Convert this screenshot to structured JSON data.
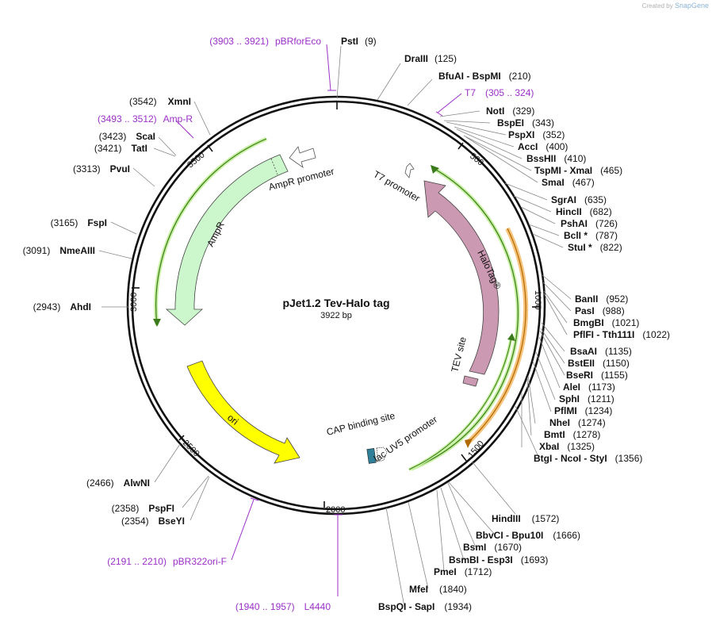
{
  "credit": {
    "prefix": "Created by",
    "brand": "SnapGene"
  },
  "plasmid": {
    "name": "pJet1.2 Tev-Halo tag",
    "length_label": "3922 bp"
  },
  "ticks": [
    "500",
    "1000",
    "1500",
    "2000",
    "2500",
    "3000",
    "3500"
  ],
  "features": {
    "ampr": "AmpR",
    "ampr_promoter": "AmpR promoter",
    "t7_promoter": "T7 promoter",
    "halotag": "HaloTag®",
    "tev_site": "TEV site",
    "ori": "ori",
    "cap": "CAP binding site",
    "lacuv5": "lac UV5 promoter"
  },
  "right_sites": [
    {
      "name": "BfuAI  -  BspMI",
      "pos": "(210)"
    },
    {
      "name": "NotI",
      "pos": "(329)"
    },
    {
      "name": "BspEI",
      "pos": "(343)"
    },
    {
      "name": "PspXI",
      "pos": "(352)"
    },
    {
      "name": "AccI",
      "pos": "(400)"
    },
    {
      "name": "BssHII",
      "pos": "(410)"
    },
    {
      "name": "TspMI  -  XmaI",
      "pos": "(465)"
    },
    {
      "name": "SmaI",
      "pos": "(467)"
    },
    {
      "name": "SgrAI",
      "pos": "(635)"
    },
    {
      "name": "HincII",
      "pos": "(682)"
    },
    {
      "name": "PshAI",
      "pos": "(726)"
    },
    {
      "name": "BclI *",
      "pos": "(787)"
    },
    {
      "name": "StuI *",
      "pos": "(822)"
    },
    {
      "name": "BanII",
      "pos": "(952)"
    },
    {
      "name": "PasI",
      "pos": "(988)"
    },
    {
      "name": "BmgBI",
      "pos": "(1021)"
    },
    {
      "name": "PflFI  -  Tth111I",
      "pos": "(1022)"
    },
    {
      "name": "BsaAI",
      "pos": "(1135)"
    },
    {
      "name": "BstEII",
      "pos": "(1150)"
    },
    {
      "name": "BseRI",
      "pos": "(1155)"
    },
    {
      "name": "AleI",
      "pos": "(1173)"
    },
    {
      "name": "SphI",
      "pos": "(1211)"
    },
    {
      "name": "PflMI",
      "pos": "(1234)"
    },
    {
      "name": "NheI",
      "pos": "(1274)"
    },
    {
      "name": "BmtI",
      "pos": "(1278)"
    },
    {
      "name": "XbaI",
      "pos": "(1325)"
    },
    {
      "name": "BtgI  -  NcoI  -  StyI",
      "pos": "(1356)"
    },
    {
      "name": "HindIII",
      "pos": "(1572)"
    },
    {
      "name": "BbvCI  -  Bpu10I",
      "pos": "(1666)"
    },
    {
      "name": "BsmI",
      "pos": "(1670)"
    },
    {
      "name": "BsmBI  -  Esp3I",
      "pos": "(1693)"
    },
    {
      "name": "PmeI",
      "pos": "(1712)"
    },
    {
      "name": "MfeI",
      "pos": "(1840)"
    },
    {
      "name": "BspQI  -  SapI",
      "pos": "(1934)"
    }
  ],
  "top_sites": [
    {
      "name": "PstI",
      "pos": "(9)"
    },
    {
      "name": "DraIII",
      "pos": "(125)"
    }
  ],
  "left_sites": [
    {
      "name": "XmnI",
      "pos": "(3542)"
    },
    {
      "name": "ScaI",
      "pos": "(3423)"
    },
    {
      "name": "TatI",
      "pos": "(3421)"
    },
    {
      "name": "PvuI",
      "pos": "(3313)"
    },
    {
      "name": "FspI",
      "pos": "(3165)"
    },
    {
      "name": "NmeAIII",
      "pos": "(3091)"
    },
    {
      "name": "AhdI",
      "pos": "(2943)"
    },
    {
      "name": "AlwNI",
      "pos": "(2466)"
    },
    {
      "name": "PspFI",
      "pos": "(2358)"
    },
    {
      "name": "BseYI",
      "pos": "(2354)"
    }
  ],
  "primers": [
    {
      "range": "(3903 .. 3921)",
      "name": "pBRforEco"
    },
    {
      "range": "(3493 .. 3512)",
      "name": "Amp-R"
    },
    {
      "range": "(305 .. 324)",
      "name": "T7"
    },
    {
      "range": "(2191 .. 2210)",
      "name": "pBR322ori-F"
    },
    {
      "range": "(1940 .. 1957)",
      "name": "L4440"
    }
  ],
  "colors": {
    "ampr": "#ccf7cc",
    "ori": "#ffff00",
    "halotag": "#cc99b2",
    "primer": "#9b30c8",
    "orf_green": "#a8e07a",
    "orf_orange": "#f7c27a",
    "cap": "#2f7f99"
  }
}
